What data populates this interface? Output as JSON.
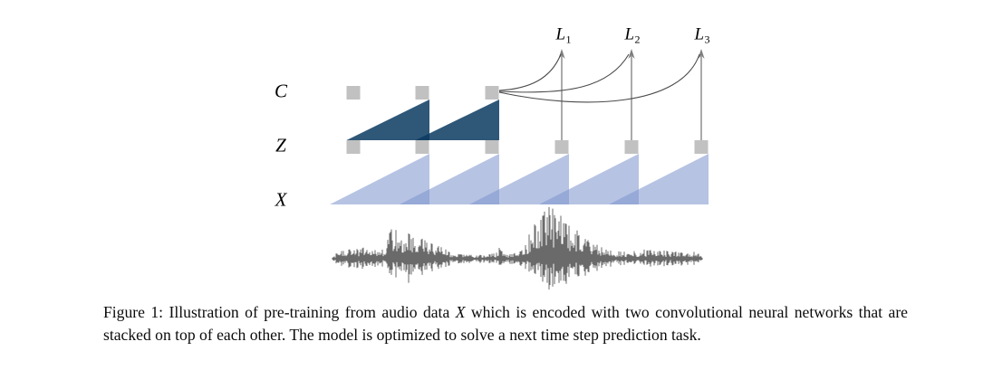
{
  "figure": {
    "rows": [
      {
        "id": "context",
        "label": "C"
      },
      {
        "id": "latent",
        "label": "Z"
      },
      {
        "id": "audio",
        "label": "X"
      }
    ],
    "losses": [
      {
        "base": "L",
        "sub": "1"
      },
      {
        "base": "L",
        "sub": "2"
      },
      {
        "base": "L",
        "sub": "3"
      }
    ],
    "counts": {
      "context_squares": 3,
      "latent_squares": 6,
      "dark_triangles": 2,
      "light_triangles": 5,
      "prediction_arrows": 3
    },
    "colors": {
      "dark_triangle": "#0a3a60",
      "dark_triangle_opacity": 0.85,
      "light_triangle": "#7d94cd",
      "light_triangle_opacity": 0.56,
      "square": "#c1c1c1",
      "arrow": "#7d7d7d",
      "curve": "#4a4a4a",
      "waveform": "#6a6a6a"
    },
    "waveform_envelope": [
      [
        0.0,
        2,
        2
      ],
      [
        0.012,
        7,
        6
      ],
      [
        0.044,
        10,
        9
      ],
      [
        0.081,
        12,
        10
      ],
      [
        0.11,
        10,
        9
      ],
      [
        0.13,
        7,
        7
      ],
      [
        0.145,
        18,
        10
      ],
      [
        0.154,
        34,
        16
      ],
      [
        0.174,
        36,
        22
      ],
      [
        0.199,
        28,
        24
      ],
      [
        0.223,
        24,
        18
      ],
      [
        0.248,
        21,
        15
      ],
      [
        0.272,
        17,
        13
      ],
      [
        0.297,
        13,
        11
      ],
      [
        0.314,
        8,
        7
      ],
      [
        0.338,
        5,
        5
      ],
      [
        0.375,
        4,
        4
      ],
      [
        0.412,
        4,
        4
      ],
      [
        0.441,
        6,
        5
      ],
      [
        0.451,
        13,
        8
      ],
      [
        0.463,
        5,
        5
      ],
      [
        0.485,
        5,
        5
      ],
      [
        0.51,
        9,
        8
      ],
      [
        0.527,
        22,
        14
      ],
      [
        0.547,
        40,
        22
      ],
      [
        0.566,
        52,
        26
      ],
      [
        0.586,
        58,
        29
      ],
      [
        0.605,
        50,
        29
      ],
      [
        0.625,
        44,
        27
      ],
      [
        0.65,
        36,
        24
      ],
      [
        0.674,
        28,
        20
      ],
      [
        0.699,
        20,
        16
      ],
      [
        0.723,
        13,
        11
      ],
      [
        0.748,
        9,
        8
      ],
      [
        0.779,
        8,
        7
      ],
      [
        0.816,
        9,
        8
      ],
      [
        0.853,
        10,
        8
      ],
      [
        0.89,
        9,
        8
      ],
      [
        0.926,
        8,
        7
      ],
      [
        0.956,
        6,
        6
      ],
      [
        0.973,
        5,
        5
      ],
      [
        0.985,
        11,
        8
      ],
      [
        0.995,
        8,
        6
      ],
      [
        1.0,
        2,
        2
      ]
    ]
  },
  "caption": {
    "label": "Figure 1:",
    "text_before": " Illustration of pre-training from audio data ",
    "math_symbol": "X",
    "text_after": " which is encoded with two convolutional neural networks that are stacked on top of each other. The model is optimized to solve a next time step prediction task."
  }
}
